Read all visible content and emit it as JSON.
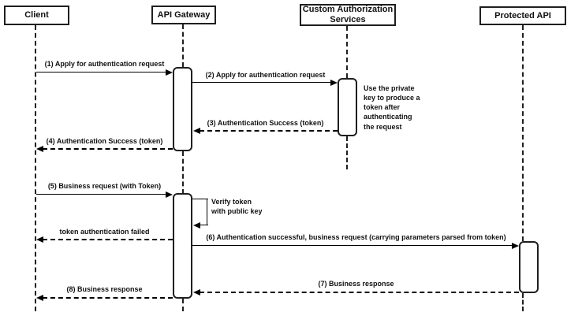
{
  "diagram": {
    "type": "uml-sequence-diagram",
    "colors": {
      "stroke": "#1f1f1f",
      "background": "#ffffff",
      "text": "#111111"
    },
    "actors": [
      {
        "id": "client",
        "label": "Client"
      },
      {
        "id": "api-gateway",
        "label": "API Gateway"
      },
      {
        "id": "custom-auth-services",
        "label": "Custom Authorization\nServices"
      },
      {
        "id": "protected-api",
        "label": "Protected API"
      }
    ],
    "messages": [
      {
        "label": "(1) Apply for authentication request",
        "from": "Client",
        "to": "API Gateway",
        "line": "solid"
      },
      {
        "label": "(2) Apply for authentication request",
        "from": "API Gateway",
        "to": "Custom Authorization Services",
        "line": "solid"
      },
      {
        "label": "(3) Authentication Success (token)",
        "from": "Custom Authorization Services",
        "to": "API Gateway",
        "line": "dashed"
      },
      {
        "label": "(4) Authentication Success (token)",
        "from": "API Gateway",
        "to": "Client",
        "line": "dashed"
      },
      {
        "label": "(5) Business request (with Token)",
        "from": "Client",
        "to": "API Gateway",
        "line": "solid"
      },
      {
        "label": "token authentication failed",
        "from": "API Gateway",
        "to": "Client",
        "line": "dashed"
      },
      {
        "label": "(6) Authentication successful, business request (carrying parameters parsed from token)",
        "from": "API Gateway",
        "to": "Protected API",
        "line": "solid"
      },
      {
        "label": "(7) Business response",
        "from": "Protected API",
        "to": "API Gateway",
        "line": "dashed"
      },
      {
        "label": "(8) Business response",
        "from": "API Gateway",
        "to": "Client",
        "line": "dashed"
      }
    ],
    "self_message": {
      "label": "Verify token\nwith public key",
      "actor": "API Gateway"
    },
    "note": {
      "label": "Use the private\nkey to produce a\ntoken after\nauthenticating\nthe request",
      "actor": "Custom Authorization Services"
    }
  }
}
